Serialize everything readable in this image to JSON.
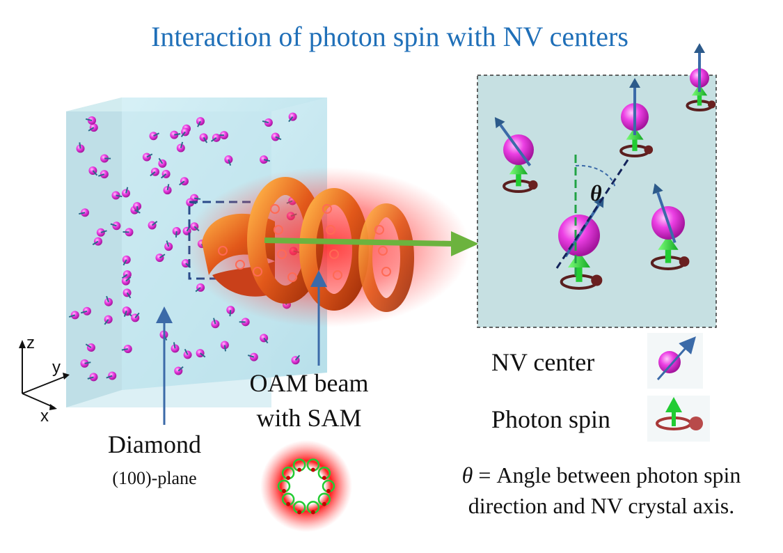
{
  "title": "Interaction of photon spin with NV centers",
  "labels": {
    "diamond": "Diamond",
    "diamond_plane": "(100)-plane",
    "beam_line1": "OAM beam",
    "beam_line2": "with SAM",
    "nv_center": "NV center",
    "photon_spin": "Photon spin",
    "theta": "θ",
    "caption_symbol": "θ",
    "caption_line1": " = Angle between photon spin",
    "caption_line2": "direction and NV crystal axis."
  },
  "axes": {
    "z": "z",
    "y": "y",
    "x": "x"
  },
  "colors": {
    "title": "#1f6fb8",
    "nv": "#e63be0",
    "photon_spin": "#22cc33",
    "beam": "#e2581a",
    "arrow": "#6cb33e",
    "slab": "#b9e3ee",
    "inset_bg": "#c6e0e2"
  }
}
